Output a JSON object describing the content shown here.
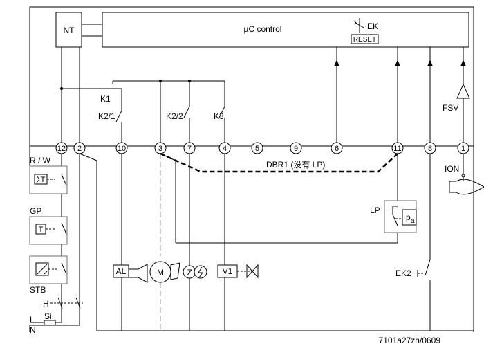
{
  "control": {
    "title": "µC control",
    "ek_label": "EK",
    "reset_label": "RESET"
  },
  "nt_label": "NT",
  "relays": {
    "k1": "K1",
    "k2_1": "K2/1",
    "k2_2": "K2/2",
    "k3": "K3"
  },
  "terminals": [
    "12",
    "2",
    "10",
    "3",
    "7",
    "4",
    "5",
    "9",
    "6",
    "11",
    "8",
    "1"
  ],
  "dbr1_label": "DBR1 (没有 LP)",
  "fsv_label": "FSV",
  "ion_label": "ION",
  "left_components": {
    "rw": "R / W",
    "rw_sym": "T",
    "gp": "GP",
    "gp_sym": "T",
    "stb": "STB"
  },
  "supply": {
    "h": "H",
    "si": "Si",
    "l": "L",
    "n": "N"
  },
  "lp": {
    "label": "LP",
    "sym": "p",
    "sym_sub": "a"
  },
  "loads": {
    "al": "AL",
    "m": "M",
    "z": "Z",
    "v1": "V1"
  },
  "ek2_label": "EK2",
  "doc_id": "7101a27zh/0609"
}
